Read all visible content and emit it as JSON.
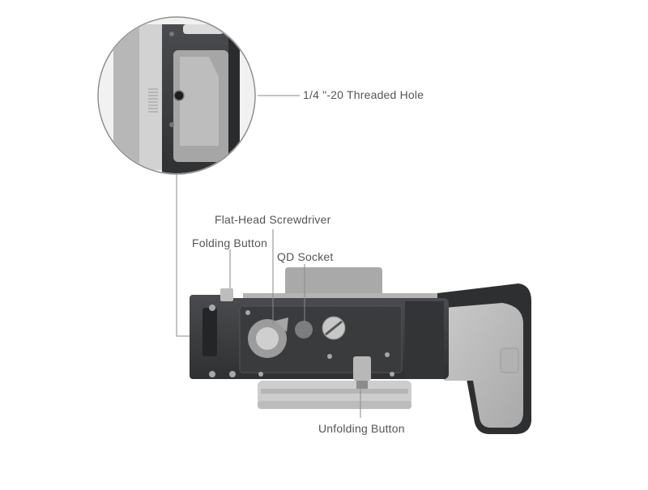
{
  "labels": {
    "threaded_hole": "1/4 \"-20 Threaded Hole",
    "flat_head_screwdriver": "Flat-Head Screwdriver",
    "folding_button": "Folding Button",
    "qd_socket": "QD Socket",
    "unfolding_button": "Unfolding Button"
  },
  "colors": {
    "background": "#ffffff",
    "label_text": "#555555",
    "leader_line": "#8a8a8a",
    "cage_metal": "#3b3c3e",
    "camera_body": "#b9b9b9"
  }
}
